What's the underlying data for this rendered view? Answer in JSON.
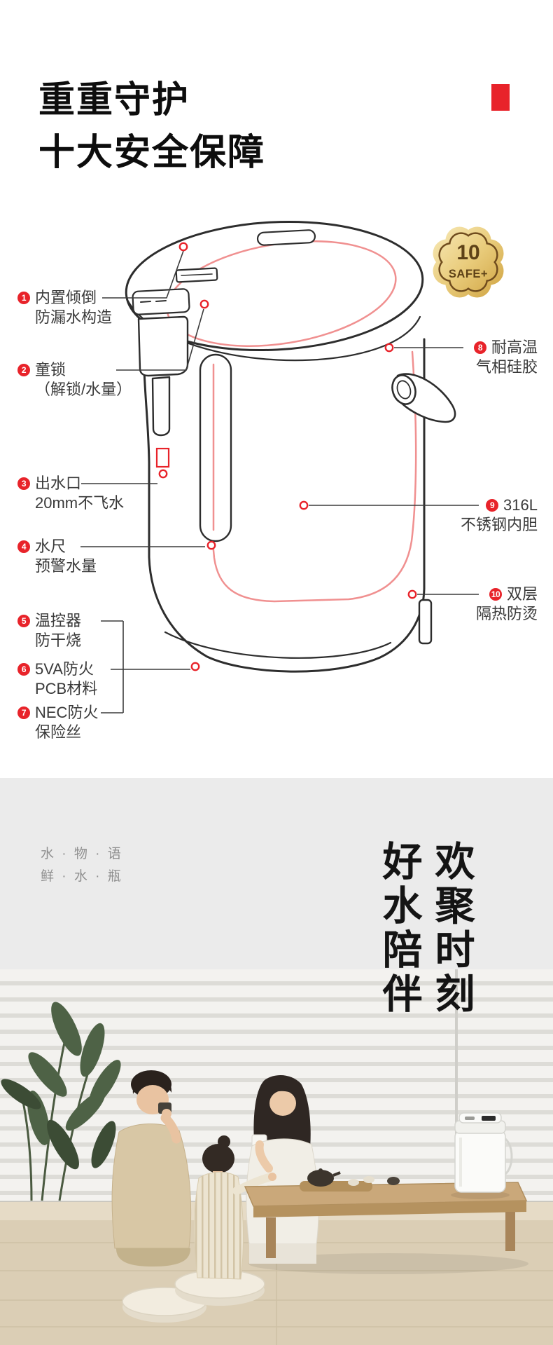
{
  "colors": {
    "accent_red": "#e8232a",
    "diagram_light_red": "#f09090",
    "section_bg": "#ebebeb",
    "badge_gold": "#d8ae4c",
    "badge_text": "#5d4117"
  },
  "hero": {
    "title_line1": "重重守护",
    "title_line2": "十大安全保障",
    "badge": {
      "number": "10",
      "label": "SAFE+"
    },
    "callouts": [
      {
        "num": "1",
        "line1": "内置倾倒",
        "line2": "防漏水构造"
      },
      {
        "num": "2",
        "line1": "童锁",
        "line2": "（解锁/水量）"
      },
      {
        "num": "3",
        "line1": "出水口",
        "line2": "20mm不飞水"
      },
      {
        "num": "4",
        "line1": "水尺",
        "line2": "预警水量"
      },
      {
        "num": "5",
        "line1": "温控器",
        "line2": "防干烧"
      },
      {
        "num": "6",
        "line1": "5VA防火",
        "line2": "PCB材料"
      },
      {
        "num": "7",
        "line1": "NEC防火",
        "line2": "保险丝"
      },
      {
        "num": "8",
        "line1": "耐高温",
        "line2": "气相硅胶"
      },
      {
        "num": "9",
        "line1": "316L",
        "line2": "不锈钢内胆"
      },
      {
        "num": "10",
        "line1": "双层",
        "line2": "隔热防烫"
      }
    ]
  },
  "lifestyle": {
    "brand_line1": "水 · 物 · 语",
    "brand_line2": "鲜 · 水 · 瓶",
    "slogan_left_column": "好水陪伴",
    "slogan_right_column": "欢聚时刻"
  }
}
